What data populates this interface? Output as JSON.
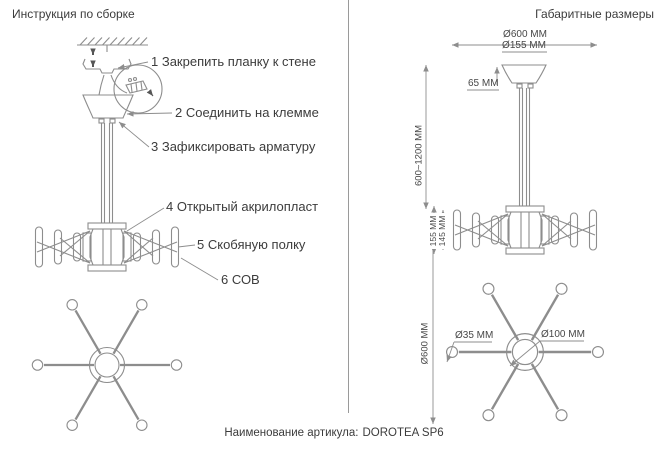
{
  "colors": {
    "background": "#ffffff",
    "line": "#8d8d8d",
    "text": "#3c3c3c",
    "dimension_text": "#474747"
  },
  "left_panel": {
    "title": "Инструкция по сборке",
    "steps": [
      "1 Закрепить планку к стене",
      "2 Соединить на клемме",
      "3 Зафиксировать арматуру",
      "4 Открытый акрилопласт",
      "5 Скобяную полку",
      "6 СОВ"
    ]
  },
  "right_panel": {
    "title": "Габаритные размеры",
    "dimensions": {
      "overall_width": "Ø600 MM",
      "canopy_diameter": "Ø155 MM",
      "canopy_height": "65 MM",
      "suspension_height": "600~1200 MM",
      "body_height": "155 MM",
      "shade_height": "145 MM",
      "top_view_diameter": "Ø600 MM",
      "end_cap_diameter": "Ø35 MM",
      "hub_diameter": "Ø100 MM"
    }
  },
  "footer": {
    "article_label": "Наименование артикула:",
    "article_value": "DOROTEA SP6"
  }
}
